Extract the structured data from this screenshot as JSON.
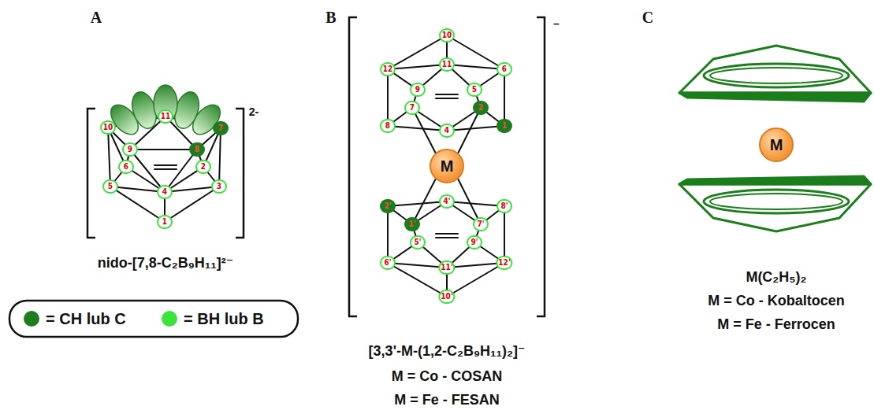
{
  "diagram": {
    "nodes": [
      {
        "text": [
          "M"
        ]
      },
      {
        "text": [
          "M"
        ]
      }
    ],
    "labels": [
      "A",
      "B",
      "C",
      "10",
      "11",
      "7",
      "9",
      "8",
      "6",
      "2",
      "5",
      "4",
      "3",
      "1",
      "2-",
      "nido-[7,8-C₂B₉H₁₁]²⁻",
      "10",
      "12",
      "11",
      "6",
      "9",
      "5",
      "7",
      "2",
      "8",
      "4",
      "1",
      "4'",
      "2'",
      "8'",
      "1'",
      "7'",
      "5'",
      "9'",
      "6'",
      "12'",
      "11'",
      "10'",
      "–",
      "[3,3'-M-(1,2-C₂B₉H₁₁)₂]⁻",
      "M = Co - COSAN",
      "M = Fe - FESAN",
      "M(C₂H₅)₂",
      "M = Co - Kobaltocen",
      "M = Fe - Ferrocen"
    ],
    "legend": [
      {
        "text": "= CH lub C",
        "color": "#1b7d1b"
      },
      {
        "text": "= BH lub B",
        "color": "#3be33b"
      }
    ]
  }
}
